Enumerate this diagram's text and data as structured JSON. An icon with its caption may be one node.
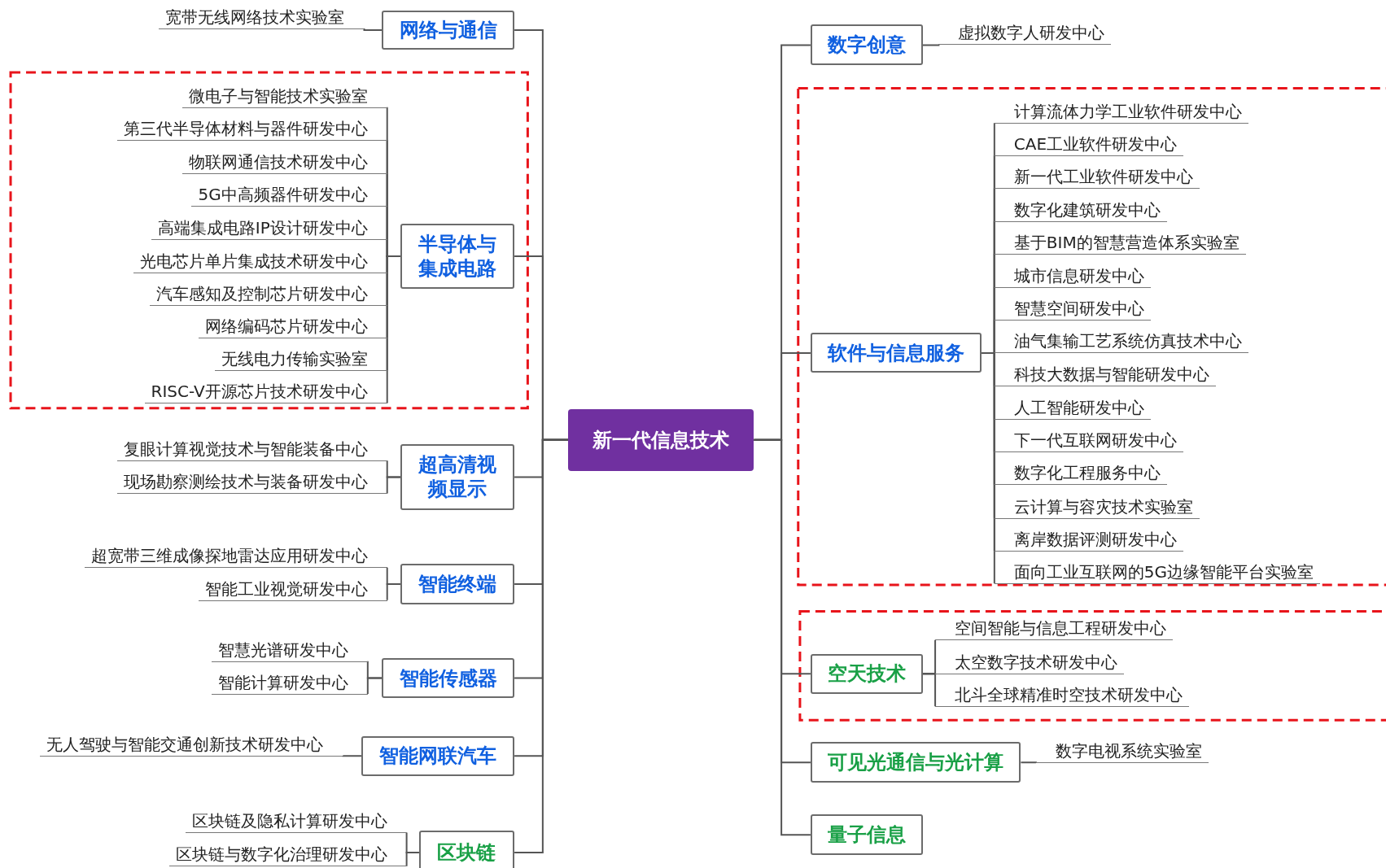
{
  "diagram": {
    "nodes": [
      {
        "text": [
          "新一代信息技术"
        ]
      },
      {
        "text": [
          "网络与通信"
        ]
      },
      {
        "text": [
          "宽带无线网络技术实验室"
        ]
      },
      {
        "text": [
          "半导体与集成电路"
        ]
      },
      {
        "text": [
          "微电子与智能技术实验室"
        ]
      },
      {
        "text": [
          "第三代半导体材料与器件研发中心"
        ]
      },
      {
        "text": [
          "物联网通信技术研发中心"
        ]
      },
      {
        "text": [
          "5G中高频器件研发中心"
        ]
      },
      {
        "text": [
          "高端集成电路IP设计研发中心"
        ]
      },
      {
        "text": [
          "光电芯片单片集成技术研发中心"
        ]
      },
      {
        "text": [
          "汽车感知及控制芯片研发中心"
        ]
      },
      {
        "text": [
          "网络编码芯片研发中心"
        ]
      },
      {
        "text": [
          "无线电力传输实验室"
        ]
      },
      {
        "text": [
          "RISC-V开源芯片技术研发中心"
        ]
      },
      {
        "text": [
          "超高清视频显示"
        ]
      },
      {
        "text": [
          "复眼计算视觉技术与智能装备中心"
        ]
      },
      {
        "text": [
          "现场勘察测绘技术与装备研发中心"
        ]
      },
      {
        "text": [
          "智能终端"
        ]
      },
      {
        "text": [
          "超宽带三维成像探地雷达应用研发中心"
        ]
      },
      {
        "text": [
          "智能工业视觉研发中心"
        ]
      },
      {
        "text": [
          "智能传感器"
        ]
      },
      {
        "text": [
          "智慧光谱研发中心"
        ]
      },
      {
        "text": [
          "智能计算研发中心"
        ]
      },
      {
        "text": [
          "智能网联汽车"
        ]
      },
      {
        "text": [
          "无人驾驶与智能交通创新技术研发中心"
        ]
      },
      {
        "text": [
          "区块链"
        ]
      },
      {
        "text": [
          "区块链及隐私计算研发中心"
        ]
      },
      {
        "text": [
          "区块链与数字化治理研发中心"
        ]
      },
      {
        "text": [
          "数字创意"
        ]
      },
      {
        "text": [
          "虚拟数字人研发中心"
        ]
      },
      {
        "text": [
          "软件与信息服务"
        ]
      },
      {
        "text": [
          "计算流体力学工业软件研发中心"
        ]
      },
      {
        "text": [
          "CAE工业软件研发中心"
        ]
      },
      {
        "text": [
          "新一代工业软件研发中心"
        ]
      },
      {
        "text": [
          "数字化建筑研发中心"
        ]
      },
      {
        "text": [
          "基于BIM的智慧营造体系实验室"
        ]
      },
      {
        "text": [
          "城市信息研发中心"
        ]
      },
      {
        "text": [
          "智慧空间研发中心"
        ]
      },
      {
        "text": [
          "油气集输工艺系统仿真技术中心"
        ]
      },
      {
        "text": [
          "科技大数据与智能研发中心"
        ]
      },
      {
        "text": [
          "人工智能研发中心"
        ]
      },
      {
        "text": [
          "下一代互联网研发中心"
        ]
      },
      {
        "text": [
          "数字化工程服务中心"
        ]
      },
      {
        "text": [
          "云计算与容灾技术实验室"
        ]
      },
      {
        "text": [
          "离岸数据评测研发中心"
        ]
      },
      {
        "text": [
          "面向工业互联网的5G边缘智能平台实验室"
        ]
      },
      {
        "text": [
          "空天技术"
        ]
      },
      {
        "text": [
          "空间智能与信息工程研发中心"
        ]
      },
      {
        "text": [
          "太空数字技术研发中心"
        ]
      },
      {
        "text": [
          "北斗全球精准时空技术研发中心"
        ]
      },
      {
        "text": [
          "可见光通信与光计算"
        ]
      },
      {
        "text": [
          "数字电视系统实验室"
        ]
      },
      {
        "text": [
          "量子信息"
        ]
      }
    ],
    "edges": [
      {
        "from": 0,
        "to": 1,
        "arrow": "none"
      },
      {
        "from": 1,
        "to": 2,
        "arrow": "none"
      },
      {
        "from": 0,
        "to": 3,
        "arrow": "none"
      },
      {
        "from": 3,
        "to": 4,
        "arrow": "none"
      },
      {
        "from": 3,
        "to": 5,
        "arrow": "none"
      },
      {
        "from": 3,
        "to": 6,
        "arrow": "none"
      },
      {
        "from": 3,
        "to": 7,
        "arrow": "none"
      },
      {
        "from": 3,
        "to": 8,
        "arrow": "none"
      },
      {
        "from": 3,
        "to": 9,
        "arrow": "none"
      },
      {
        "from": 3,
        "to": 10,
        "arrow": "none"
      },
      {
        "from": 3,
        "to": 11,
        "arrow": "none"
      },
      {
        "from": 3,
        "to": 12,
        "arrow": "none"
      },
      {
        "from": 3,
        "to": 13,
        "arrow": "none"
      },
      {
        "from": 0,
        "to": 14,
        "arrow": "none"
      },
      {
        "from": 14,
        "to": 15,
        "arrow": "none"
      },
      {
        "from": 14,
        "to": 16,
        "arrow": "none"
      },
      {
        "from": 0,
        "to": 17,
        "arrow": "none"
      },
      {
        "from": 17,
        "to": 18,
        "arrow": "none"
      },
      {
        "from": 17,
        "to": 19,
        "arrow": "none"
      },
      {
        "from": 0,
        "to": 20,
        "arrow": "none"
      },
      {
        "from": 20,
        "to": 21,
        "arrow": "none"
      },
      {
        "from": 20,
        "to": 22,
        "arrow": "none"
      },
      {
        "from": 0,
        "to": 23,
        "arrow": "none"
      },
      {
        "from": 23,
        "to": 24,
        "arrow": "none"
      },
      {
        "from": 0,
        "to": 25,
        "arrow": "none"
      },
      {
        "from": 25,
        "to": 26,
        "arrow": "none"
      },
      {
        "from": 25,
        "to": 27,
        "arrow": "none"
      },
      {
        "from": 0,
        "to": 28,
        "arrow": "none"
      },
      {
        "from": 28,
        "to": 29,
        "arrow": "none"
      },
      {
        "from": 0,
        "to": 30,
        "arrow": "none"
      },
      {
        "from": 30,
        "to": 31,
        "arrow": "none"
      },
      {
        "from": 30,
        "to": 32,
        "arrow": "none"
      },
      {
        "from": 30,
        "to": 33,
        "arrow": "none"
      },
      {
        "from": 30,
        "to": 34,
        "arrow": "none"
      },
      {
        "from": 30,
        "to": 35,
        "arrow": "none"
      },
      {
        "from": 30,
        "to": 36,
        "arrow": "none"
      },
      {
        "from": 30,
        "to": 37,
        "arrow": "none"
      },
      {
        "from": 30,
        "to": 38,
        "arrow": "none"
      },
      {
        "from": 30,
        "to": 39,
        "arrow": "none"
      },
      {
        "from": 30,
        "to": 40,
        "arrow": "none"
      },
      {
        "from": 30,
        "to": 41,
        "arrow": "none"
      },
      {
        "from": 30,
        "to": 42,
        "arrow": "none"
      },
      {
        "from": 30,
        "to": 43,
        "arrow": "none"
      },
      {
        "from": 30,
        "to": 44,
        "arrow": "none"
      },
      {
        "from": 30,
        "to": 45,
        "arrow": "none"
      },
      {
        "from": 0,
        "to": 46,
        "arrow": "none"
      },
      {
        "from": 46,
        "to": 47,
        "arrow": "none"
      },
      {
        "from": 46,
        "to": 48,
        "arrow": "none"
      },
      {
        "from": 46,
        "to": 49,
        "arrow": "none"
      },
      {
        "from": 0,
        "to": 50,
        "arrow": "none"
      },
      {
        "from": 50,
        "to": 51,
        "arrow": "none"
      },
      {
        "from": 0,
        "to": 52,
        "arrow": "none"
      }
    ]
  }
}
